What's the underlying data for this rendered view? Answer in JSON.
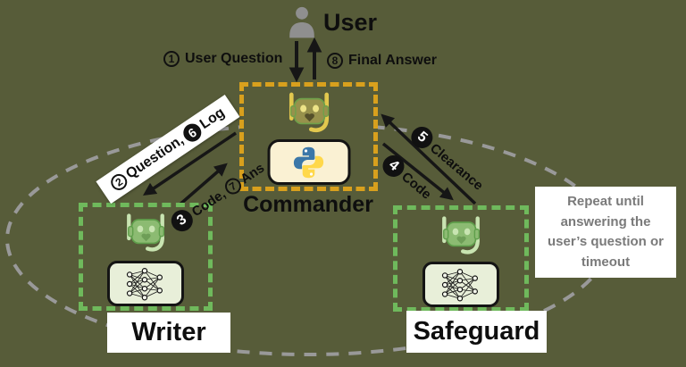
{
  "title": "Multi-agent coding workflow diagram",
  "colors": {
    "background": "#575C39",
    "commander_border": "#D8A01D",
    "agent_border": "#6FB95C",
    "loop_ellipse": "#999999",
    "python_blue": "#3B77A8",
    "python_yellow": "#FFD84A",
    "note_text": "#7A7A7A"
  },
  "user": {
    "label": "User"
  },
  "agents": {
    "commander": {
      "label": "Commander"
    },
    "writer": {
      "label": "Writer"
    },
    "safeguard": {
      "label": "Safeguard"
    }
  },
  "flows": {
    "user_question": {
      "num": "1",
      "label": "User Question"
    },
    "final_answer": {
      "num": "8",
      "label": "Final Answer"
    },
    "question": {
      "num": "2",
      "label": "Question,"
    },
    "log": {
      "num": "6",
      "label": "Log"
    },
    "code_to_commander": {
      "num": "3",
      "label": "Code,"
    },
    "ans": {
      "num": "7",
      "label": "Ans"
    },
    "code_to_safeguard": {
      "num": "4",
      "label": "Code"
    },
    "clearance": {
      "num": "5",
      "label": "Clearance"
    }
  },
  "note": {
    "text": "Repeat until answering the user’s question or timeout"
  }
}
